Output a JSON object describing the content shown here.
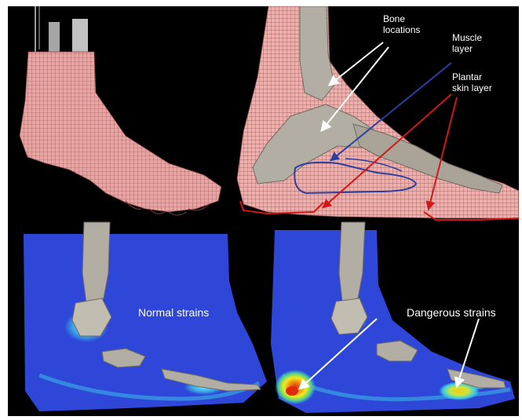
{
  "labels": {
    "bone_locations": [
      "Bone",
      "locations"
    ],
    "muscle_layer": [
      "Muscle",
      "layer"
    ],
    "plantar_skin_layer": [
      "Plantar",
      "skin layer"
    ],
    "normal_strains": "Normal strains",
    "dangerous_strains": "Dangerous strains"
  },
  "colors": {
    "background": "#000000",
    "mesh_skin": "#e9a5a3",
    "mesh_grid": "#7a3e3c",
    "bone": "#b3aea3",
    "muscle_outline": "#2b3fa0",
    "skin_outline": "#d01818",
    "strain_low": "#2f47d8",
    "strain_mid": "#39c9e8",
    "strain_high": "#f2ea1a",
    "strain_danger": "#e02a10",
    "arrow": "#ffffff"
  }
}
